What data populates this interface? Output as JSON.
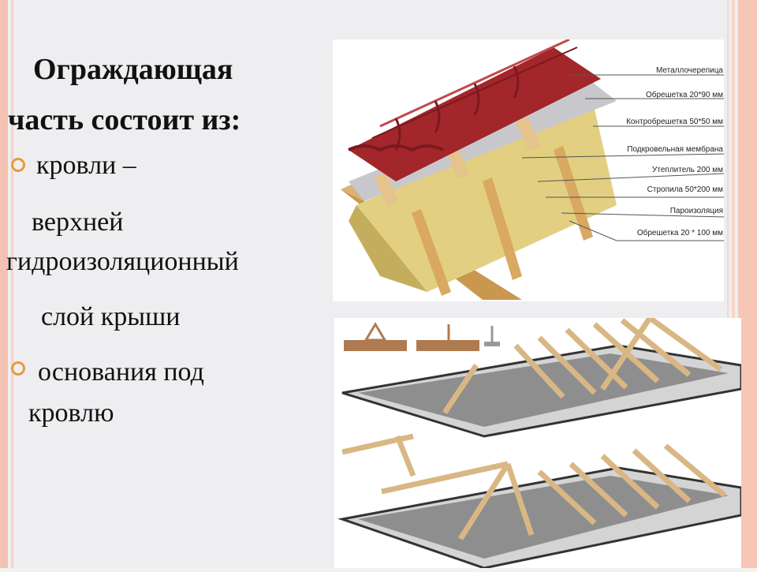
{
  "slide": {
    "heading_line1": "Ограждающая",
    "heading_line2": "часть состоит из:",
    "items": [
      "кровли –",
      "верхней",
      "гидроизоляционный",
      "слой крыши",
      "основания под",
      "кровлю"
    ]
  },
  "roof_diagram": {
    "labels": [
      "Металлочерепица",
      "Обрешетка 20*90 мм",
      "Контробрешетка 50*50 мм",
      "Подкровельная мембрана",
      "Утеплитель 200 мм",
      "Стропила 50*200 мм",
      "Пароизоляция",
      "Обрешетка 20 * 100 мм"
    ]
  },
  "colors": {
    "accent_stripe": "#f4c2b2",
    "bullet": "#e89a3c",
    "tile": "#a3262b"
  }
}
